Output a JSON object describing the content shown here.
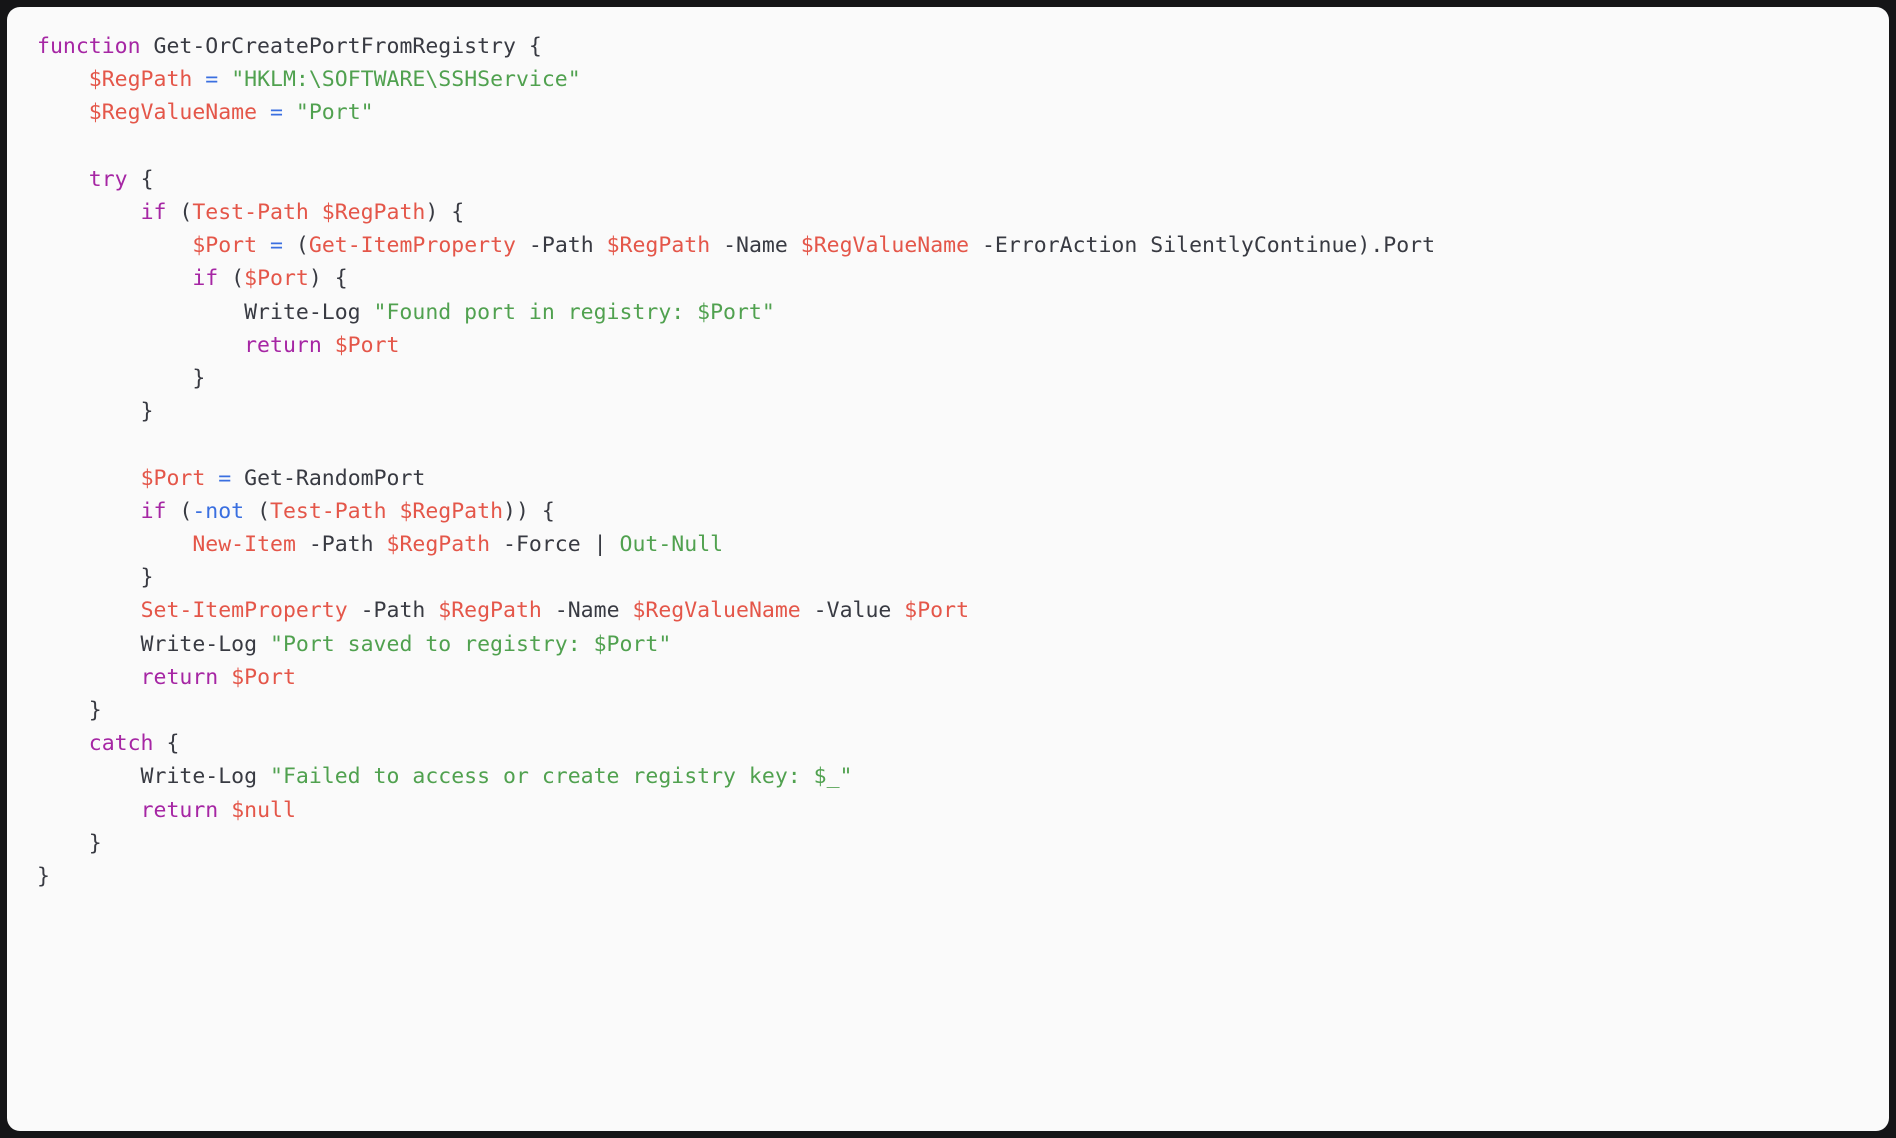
{
  "colors": {
    "page_background": "#151517",
    "card_background": "#fafafa",
    "plain": "#383a42",
    "keyword": "#a626a4",
    "red": "#e45649",
    "green": "#50a14f",
    "blue": "#3a6fe0"
  },
  "code": {
    "language": "powershell",
    "lines": [
      [
        [
          "keyword",
          "function"
        ],
        [
          "plain",
          " Get-OrCreatePortFromRegistry {"
        ]
      ],
      [
        [
          "plain",
          "    "
        ],
        [
          "red",
          "$RegPath"
        ],
        [
          "plain",
          " "
        ],
        [
          "blue",
          "="
        ],
        [
          "plain",
          " "
        ],
        [
          "green",
          "\"HKLM:\\SOFTWARE\\SSHService\""
        ]
      ],
      [
        [
          "plain",
          "    "
        ],
        [
          "red",
          "$RegValueName"
        ],
        [
          "plain",
          " "
        ],
        [
          "blue",
          "="
        ],
        [
          "plain",
          " "
        ],
        [
          "green",
          "\"Port\""
        ]
      ],
      [],
      [
        [
          "plain",
          "    "
        ],
        [
          "keyword",
          "try"
        ],
        [
          "plain",
          " {"
        ]
      ],
      [
        [
          "plain",
          "        "
        ],
        [
          "keyword",
          "if"
        ],
        [
          "plain",
          " ("
        ],
        [
          "red",
          "Test-Path $RegPath"
        ],
        [
          "plain",
          ") {"
        ]
      ],
      [
        [
          "plain",
          "            "
        ],
        [
          "red",
          "$Port"
        ],
        [
          "plain",
          " "
        ],
        [
          "blue",
          "="
        ],
        [
          "plain",
          " ("
        ],
        [
          "red",
          "Get-ItemProperty"
        ],
        [
          "plain",
          " -Path "
        ],
        [
          "red",
          "$RegPath"
        ],
        [
          "plain",
          " -Name "
        ],
        [
          "red",
          "$RegValueName"
        ],
        [
          "plain",
          " -ErrorAction SilentlyContinue).Port"
        ]
      ],
      [
        [
          "plain",
          "            "
        ],
        [
          "keyword",
          "if"
        ],
        [
          "plain",
          " ("
        ],
        [
          "red",
          "$Port"
        ],
        [
          "plain",
          ") {"
        ]
      ],
      [
        [
          "plain",
          "                Write-Log "
        ],
        [
          "green",
          "\"Found port in registry: $Port\""
        ]
      ],
      [
        [
          "plain",
          "                "
        ],
        [
          "keyword",
          "return"
        ],
        [
          "plain",
          " "
        ],
        [
          "red",
          "$Port"
        ]
      ],
      [
        [
          "plain",
          "            }"
        ]
      ],
      [
        [
          "plain",
          "        }"
        ]
      ],
      [],
      [
        [
          "plain",
          "        "
        ],
        [
          "red",
          "$Port"
        ],
        [
          "plain",
          " "
        ],
        [
          "blue",
          "="
        ],
        [
          "plain",
          " Get-RandomPort"
        ]
      ],
      [
        [
          "plain",
          "        "
        ],
        [
          "keyword",
          "if"
        ],
        [
          "plain",
          " ("
        ],
        [
          "blue",
          "-not"
        ],
        [
          "plain",
          " ("
        ],
        [
          "red",
          "Test-Path $RegPath"
        ],
        [
          "plain",
          ")) {"
        ]
      ],
      [
        [
          "plain",
          "            "
        ],
        [
          "red",
          "New-Item"
        ],
        [
          "plain",
          " -Path "
        ],
        [
          "red",
          "$RegPath"
        ],
        [
          "plain",
          " -Force | "
        ],
        [
          "green",
          "Out-Null"
        ]
      ],
      [
        [
          "plain",
          "        }"
        ]
      ],
      [
        [
          "plain",
          "        "
        ],
        [
          "red",
          "Set-ItemProperty"
        ],
        [
          "plain",
          " -Path "
        ],
        [
          "red",
          "$RegPath"
        ],
        [
          "plain",
          " -Name "
        ],
        [
          "red",
          "$RegValueName"
        ],
        [
          "plain",
          " -Value "
        ],
        [
          "red",
          "$Port"
        ]
      ],
      [
        [
          "plain",
          "        Write-Log "
        ],
        [
          "green",
          "\"Port saved to registry: $Port\""
        ]
      ],
      [
        [
          "plain",
          "        "
        ],
        [
          "keyword",
          "return"
        ],
        [
          "plain",
          " "
        ],
        [
          "red",
          "$Port"
        ]
      ],
      [
        [
          "plain",
          "    }"
        ]
      ],
      [
        [
          "plain",
          "    "
        ],
        [
          "keyword",
          "catch"
        ],
        [
          "plain",
          " {"
        ]
      ],
      [
        [
          "plain",
          "        Write-Log "
        ],
        [
          "green",
          "\"Failed to access or create registry key: $_\""
        ]
      ],
      [
        [
          "plain",
          "        "
        ],
        [
          "keyword",
          "return"
        ],
        [
          "plain",
          " "
        ],
        [
          "red",
          "$null"
        ]
      ],
      [
        [
          "plain",
          "    }"
        ]
      ],
      [
        [
          "plain",
          "}"
        ]
      ]
    ]
  }
}
